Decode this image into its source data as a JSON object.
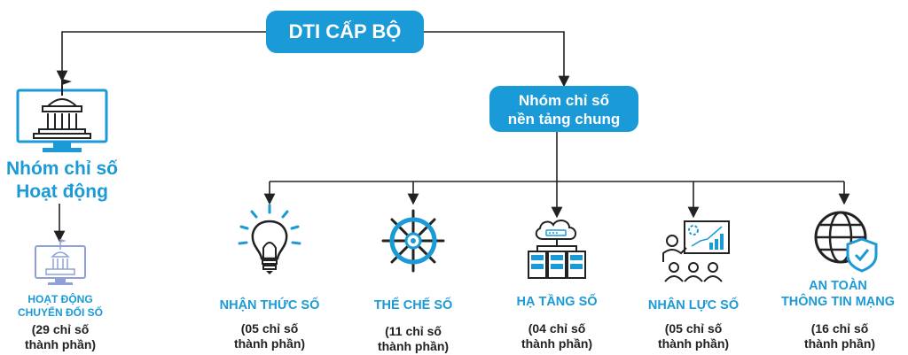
{
  "root": {
    "label": "DTI CẤP BỘ"
  },
  "left_group": {
    "title_line1": "Nhóm chỉ số",
    "title_line2": "Hoạt động",
    "sub_line1": "HOẠT ĐỘNG",
    "sub_line2": "CHUYỂN ĐỔI SỐ",
    "count_line1": "(29 chỉ số",
    "count_line2": "thành phần)"
  },
  "right_group": {
    "line1": "Nhóm chỉ số",
    "line2": "nền tảng chung"
  },
  "components": [
    {
      "label": "NHẬN THỨC SỐ",
      "count_line1": "(05 chỉ số",
      "count_line2": "thành phần)",
      "icon": "lightbulb-icon"
    },
    {
      "label": "THỂ CHẾ SỐ",
      "count_line1": "(11 chỉ số",
      "count_line2": "thành phần)",
      "icon": "ship-wheel-icon"
    },
    {
      "label": "HẠ TẦNG SỐ",
      "count_line1": "(04 chỉ số",
      "count_line2": "thành phần)",
      "icon": "cloud-server-icon"
    },
    {
      "label": "NHÂN LỰC SỐ",
      "count_line1": "(05 chỉ số",
      "count_line2": "thành phần)",
      "icon": "people-presentation-icon"
    },
    {
      "label_line1": "AN TOÀN",
      "label_line2": "THÔNG TIN MẠNG",
      "count_line1": "(16 chỉ số",
      "count_line2": "thành phần)",
      "icon": "globe-shield-icon"
    }
  ],
  "colors": {
    "accent": "#1a9ad6",
    "line": "#222222",
    "icon_light": "#8fa0d8"
  }
}
